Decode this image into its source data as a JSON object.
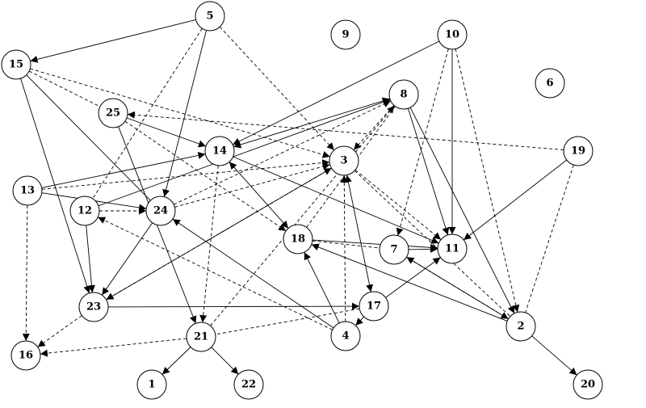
{
  "nodes": [
    {
      "id": "n1",
      "label": "1"
    },
    {
      "id": "n2",
      "label": "2"
    },
    {
      "id": "n3",
      "label": "3"
    },
    {
      "id": "n4",
      "label": "4"
    },
    {
      "id": "n5",
      "label": "5"
    },
    {
      "id": "n6",
      "label": "6"
    },
    {
      "id": "n7",
      "label": "7"
    },
    {
      "id": "n8",
      "label": "8"
    },
    {
      "id": "n9",
      "label": "9"
    },
    {
      "id": "n10",
      "label": "10"
    },
    {
      "id": "n11",
      "label": "11"
    },
    {
      "id": "n12",
      "label": "12"
    },
    {
      "id": "n13",
      "label": "13"
    },
    {
      "id": "n14",
      "label": "14"
    },
    {
      "id": "n15",
      "label": "15"
    },
    {
      "id": "n16",
      "label": "16"
    },
    {
      "id": "n17",
      "label": "17"
    },
    {
      "id": "n18",
      "label": "18"
    },
    {
      "id": "n19",
      "label": "19"
    },
    {
      "id": "n20",
      "label": "20"
    },
    {
      "id": "n21",
      "label": "21"
    },
    {
      "id": "n22",
      "label": "22"
    },
    {
      "id": "n23",
      "label": "23"
    },
    {
      "id": "n24",
      "label": "24"
    },
    {
      "id": "n25",
      "label": "25"
    }
  ],
  "edges": [
    {
      "from": "5",
      "to": "15",
      "style": "solid",
      "arrow": "end"
    },
    {
      "from": "5",
      "to": "24",
      "style": "solid",
      "arrow": "end"
    },
    {
      "from": "5",
      "to": "3",
      "style": "dashed",
      "arrow": "end"
    },
    {
      "from": "5",
      "to": "12",
      "style": "dashed",
      "arrow": "none"
    },
    {
      "from": "15",
      "to": "23",
      "style": "solid",
      "arrow": "end"
    },
    {
      "from": "15",
      "to": "24",
      "style": "solid",
      "arrow": "none"
    },
    {
      "from": "15",
      "to": "25",
      "style": "dashed",
      "arrow": "none"
    },
    {
      "from": "15",
      "to": "3",
      "style": "dashed",
      "arrow": "end"
    },
    {
      "from": "25",
      "to": "14",
      "style": "solid",
      "arrow": "end"
    },
    {
      "from": "25",
      "to": "21",
      "style": "solid",
      "arrow": "end"
    },
    {
      "from": "25",
      "to": "18",
      "style": "dashed",
      "arrow": "end"
    },
    {
      "from": "19",
      "to": "25",
      "style": "dashed",
      "arrow": "end"
    },
    {
      "from": "19",
      "to": "11",
      "style": "solid",
      "arrow": "end"
    },
    {
      "from": "19",
      "to": "2",
      "style": "dashed",
      "arrow": "none"
    },
    {
      "from": "10",
      "to": "14",
      "style": "solid",
      "arrow": "end"
    },
    {
      "from": "10",
      "to": "11",
      "style": "solid",
      "arrow": "end"
    },
    {
      "from": "10",
      "to": "7",
      "style": "dashed",
      "arrow": "end"
    },
    {
      "from": "10",
      "to": "2",
      "style": "dashed",
      "arrow": "end"
    },
    {
      "from": "14",
      "to": "8",
      "style": "solid",
      "arrow": "both"
    },
    {
      "from": "14",
      "to": "18",
      "style": "solid",
      "arrow": "both"
    },
    {
      "from": "14",
      "to": "11",
      "style": "solid",
      "arrow": "end"
    },
    {
      "from": "14",
      "to": "21",
      "style": "dashed",
      "arrow": "end"
    },
    {
      "from": "13",
      "to": "14",
      "style": "solid",
      "arrow": "end"
    },
    {
      "from": "13",
      "to": "24",
      "style": "solid",
      "arrow": "end"
    },
    {
      "from": "13",
      "to": "3",
      "style": "dashed",
      "arrow": "end"
    },
    {
      "from": "13",
      "to": "16",
      "style": "dashed",
      "arrow": "end"
    },
    {
      "from": "12",
      "to": "8",
      "style": "solid",
      "arrow": "end"
    },
    {
      "from": "12",
      "to": "24",
      "style": "dashed",
      "arrow": "end"
    },
    {
      "from": "12",
      "to": "23",
      "style": "solid",
      "arrow": "end"
    },
    {
      "from": "24",
      "to": "23",
      "style": "solid",
      "arrow": "end"
    },
    {
      "from": "24",
      "to": "8",
      "style": "dashed",
      "arrow": "end"
    },
    {
      "from": "24",
      "to": "3",
      "style": "dashed",
      "arrow": "end"
    },
    {
      "from": "23",
      "to": "3",
      "style": "solid",
      "arrow": "end"
    },
    {
      "from": "3",
      "to": "23",
      "style": "dashed",
      "arrow": "end"
    },
    {
      "from": "23",
      "to": "17",
      "style": "solid",
      "arrow": "end"
    },
    {
      "from": "23",
      "to": "16",
      "style": "dashed",
      "arrow": "end"
    },
    {
      "from": "8",
      "to": "3",
      "style": "dashed",
      "arrow": "end"
    },
    {
      "from": "8",
      "to": "11",
      "style": "solid",
      "arrow": "end"
    },
    {
      "from": "8",
      "to": "2",
      "style": "solid",
      "arrow": "end"
    },
    {
      "from": "21",
      "to": "8",
      "style": "dashed",
      "arrow": "end"
    },
    {
      "from": "3",
      "to": "17",
      "style": "solid",
      "arrow": "both"
    },
    {
      "from": "3",
      "to": "11",
      "style": "dashed",
      "arrow": "end"
    },
    {
      "from": "3",
      "to": "2",
      "style": "dashed",
      "arrow": "none"
    },
    {
      "from": "18",
      "to": "11",
      "style": "solid",
      "arrow": "end"
    },
    {
      "from": "18",
      "to": "7",
      "style": "dashed",
      "arrow": "none"
    },
    {
      "from": "18",
      "to": "8",
      "style": "dashed",
      "arrow": "none"
    },
    {
      "from": "7",
      "to": "11",
      "style": "solid",
      "arrow": "end"
    },
    {
      "from": "7",
      "to": "2",
      "style": "solid",
      "arrow": "end"
    },
    {
      "from": "2",
      "to": "7",
      "style": "dashed",
      "arrow": "end"
    },
    {
      "from": "2",
      "to": "18",
      "style": "solid",
      "arrow": "end"
    },
    {
      "from": "2",
      "to": "20",
      "style": "solid",
      "arrow": "end"
    },
    {
      "from": "17",
      "to": "11",
      "style": "solid",
      "arrow": "end"
    },
    {
      "from": "17",
      "to": "4",
      "style": "solid",
      "arrow": "end"
    },
    {
      "from": "17",
      "to": "21",
      "style": "dashed",
      "arrow": "none"
    },
    {
      "from": "4",
      "to": "18",
      "style": "solid",
      "arrow": "end"
    },
    {
      "from": "4",
      "to": "24",
      "style": "solid",
      "arrow": "end"
    },
    {
      "from": "4",
      "to": "12",
      "style": "dashed",
      "arrow": "end"
    },
    {
      "from": "4",
      "to": "3",
      "style": "dashed",
      "arrow": "end"
    },
    {
      "from": "21",
      "to": "1",
      "style": "solid",
      "arrow": "end"
    },
    {
      "from": "21",
      "to": "22",
      "style": "solid",
      "arrow": "end"
    },
    {
      "from": "21",
      "to": "16",
      "style": "dashed",
      "arrow": "end"
    }
  ]
}
